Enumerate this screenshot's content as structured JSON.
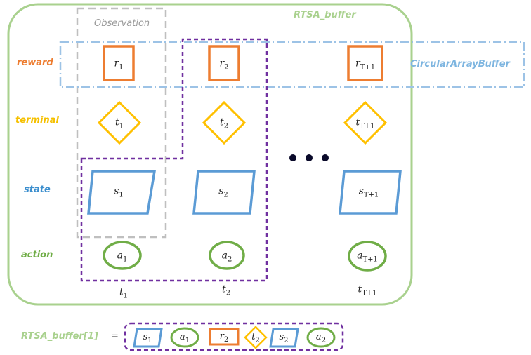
{
  "container_label": "RTSA_buffer",
  "buffer_label": "CircularArrayBuffer",
  "observation_label": "Observation",
  "rows": {
    "reward": "reward",
    "terminal": "terminal",
    "state": "state",
    "action": "action"
  },
  "cells": {
    "reward": [
      {
        "base": "r",
        "sub": "1"
      },
      {
        "base": "r",
        "sub": "2"
      },
      {
        "base": "r",
        "sub": "T+1"
      }
    ],
    "terminal": [
      {
        "base": "t",
        "sub": "1"
      },
      {
        "base": "t",
        "sub": "2"
      },
      {
        "base": "t",
        "sub": "T+1"
      }
    ],
    "state": [
      {
        "base": "s",
        "sub": "1"
      },
      {
        "base": "s",
        "sub": "2"
      },
      {
        "base": "s",
        "sub": "T+1"
      }
    ],
    "action": [
      {
        "base": "a",
        "sub": "1"
      },
      {
        "base": "a",
        "sub": "2"
      },
      {
        "base": "a",
        "sub": "T+1"
      }
    ]
  },
  "time_labels": [
    {
      "base": "t",
      "sub": "1"
    },
    {
      "base": "t",
      "sub": "2"
    },
    {
      "base": "t",
      "sub": "T+1"
    }
  ],
  "index_expression": {
    "name": "RTSA_buffer",
    "index": "[1]",
    "equals": "="
  },
  "index_items": [
    {
      "base": "s",
      "sub": "1"
    },
    {
      "base": "a",
      "sub": "1"
    },
    {
      "base": "r",
      "sub": "2"
    },
    {
      "base": "t",
      "sub": "2"
    },
    {
      "base": "s",
      "sub": "2"
    },
    {
      "base": "a",
      "sub": "2"
    }
  ],
  "colors": {
    "reward": "#ED7D31",
    "terminal": "#FFC000",
    "state": "#5B9BD5",
    "action": "#70AD47",
    "container": "#A9D18E",
    "buffer": "#9DC3E6",
    "sample": "#7030A0",
    "observation": "#BFBFBF"
  },
  "icons": [
    "reward-box",
    "terminal-diamond",
    "state-parallelogram",
    "action-ellipse",
    "ellipsis-dots"
  ]
}
